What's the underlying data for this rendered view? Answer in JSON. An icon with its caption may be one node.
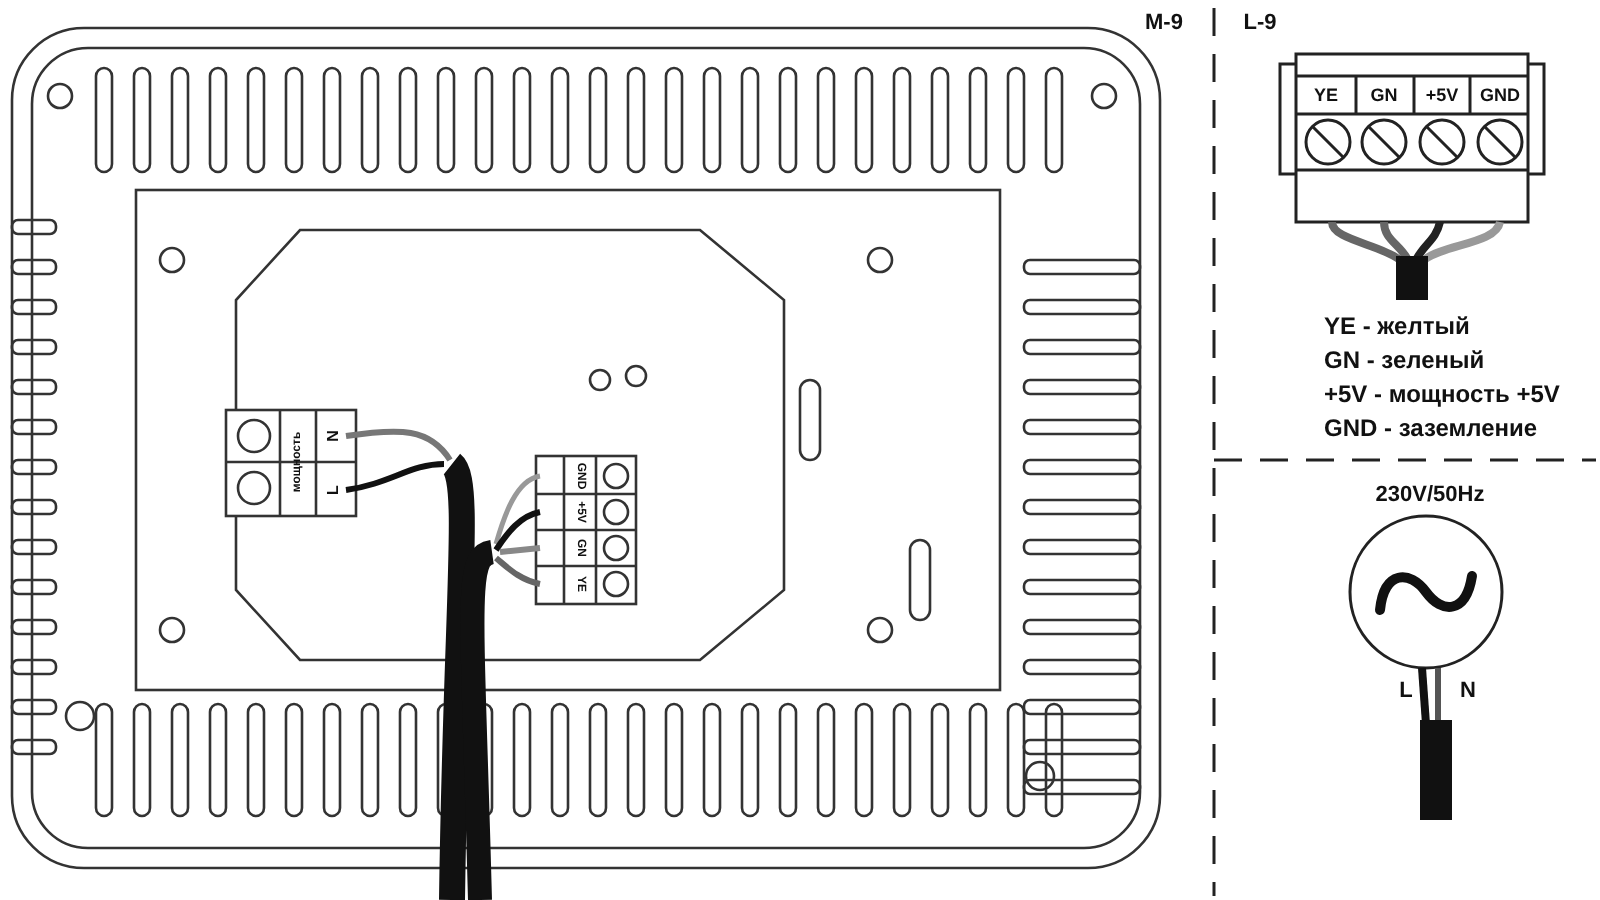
{
  "diagram": {
    "labels": [
      "M-9",
      "L-9",
      "мощность",
      "N",
      "L",
      "GND",
      "+5V",
      "GN",
      "YE",
      "YE",
      "GN",
      "+5V",
      "GND",
      "YE - желтый",
      "GN - зеленый",
      "+5V - мощность +5V",
      "GND - заземление",
      "230V/50Hz",
      "L",
      "N"
    ]
  }
}
